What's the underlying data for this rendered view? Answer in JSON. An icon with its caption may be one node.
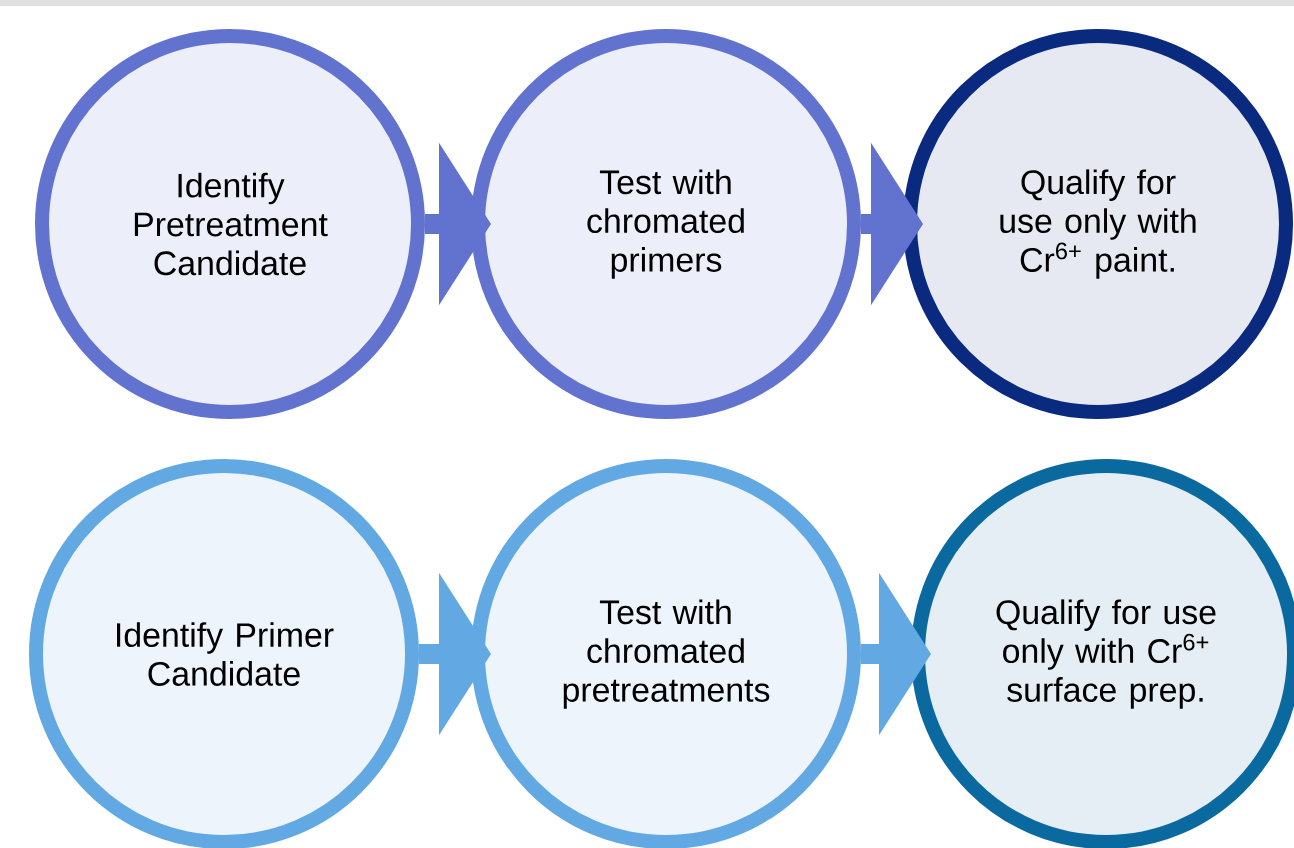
{
  "diagram": {
    "nodes": [
      {
        "text": [
          "Identify Pretreatment Candidate"
        ]
      },
      {
        "text": [
          "Test with chromated primers"
        ]
      },
      {
        "text": [
          "Qualify for use only with Cr$^{6+}$ paint."
        ]
      },
      {
        "text": [
          "Identify Primer Candidate"
        ]
      },
      {
        "text": [
          "Test with chromated pretreatments"
        ]
      },
      {
        "text": [
          "Qualify for use only with Cr$^{6+}$ surface prep."
        ]
      }
    ],
    "edges": [
      {
        "from": 0,
        "to": 1,
        "arrow": "to",
        "color": "#6272cf"
      },
      {
        "from": 1,
        "to": 2,
        "arrow": "to",
        "color": "#6272cf"
      },
      {
        "from": 3,
        "to": 4,
        "arrow": "to",
        "color": "#62a9e4"
      },
      {
        "from": 4,
        "to": 5,
        "arrow": "to",
        "color": "#62a9e4"
      }
    ]
  }
}
